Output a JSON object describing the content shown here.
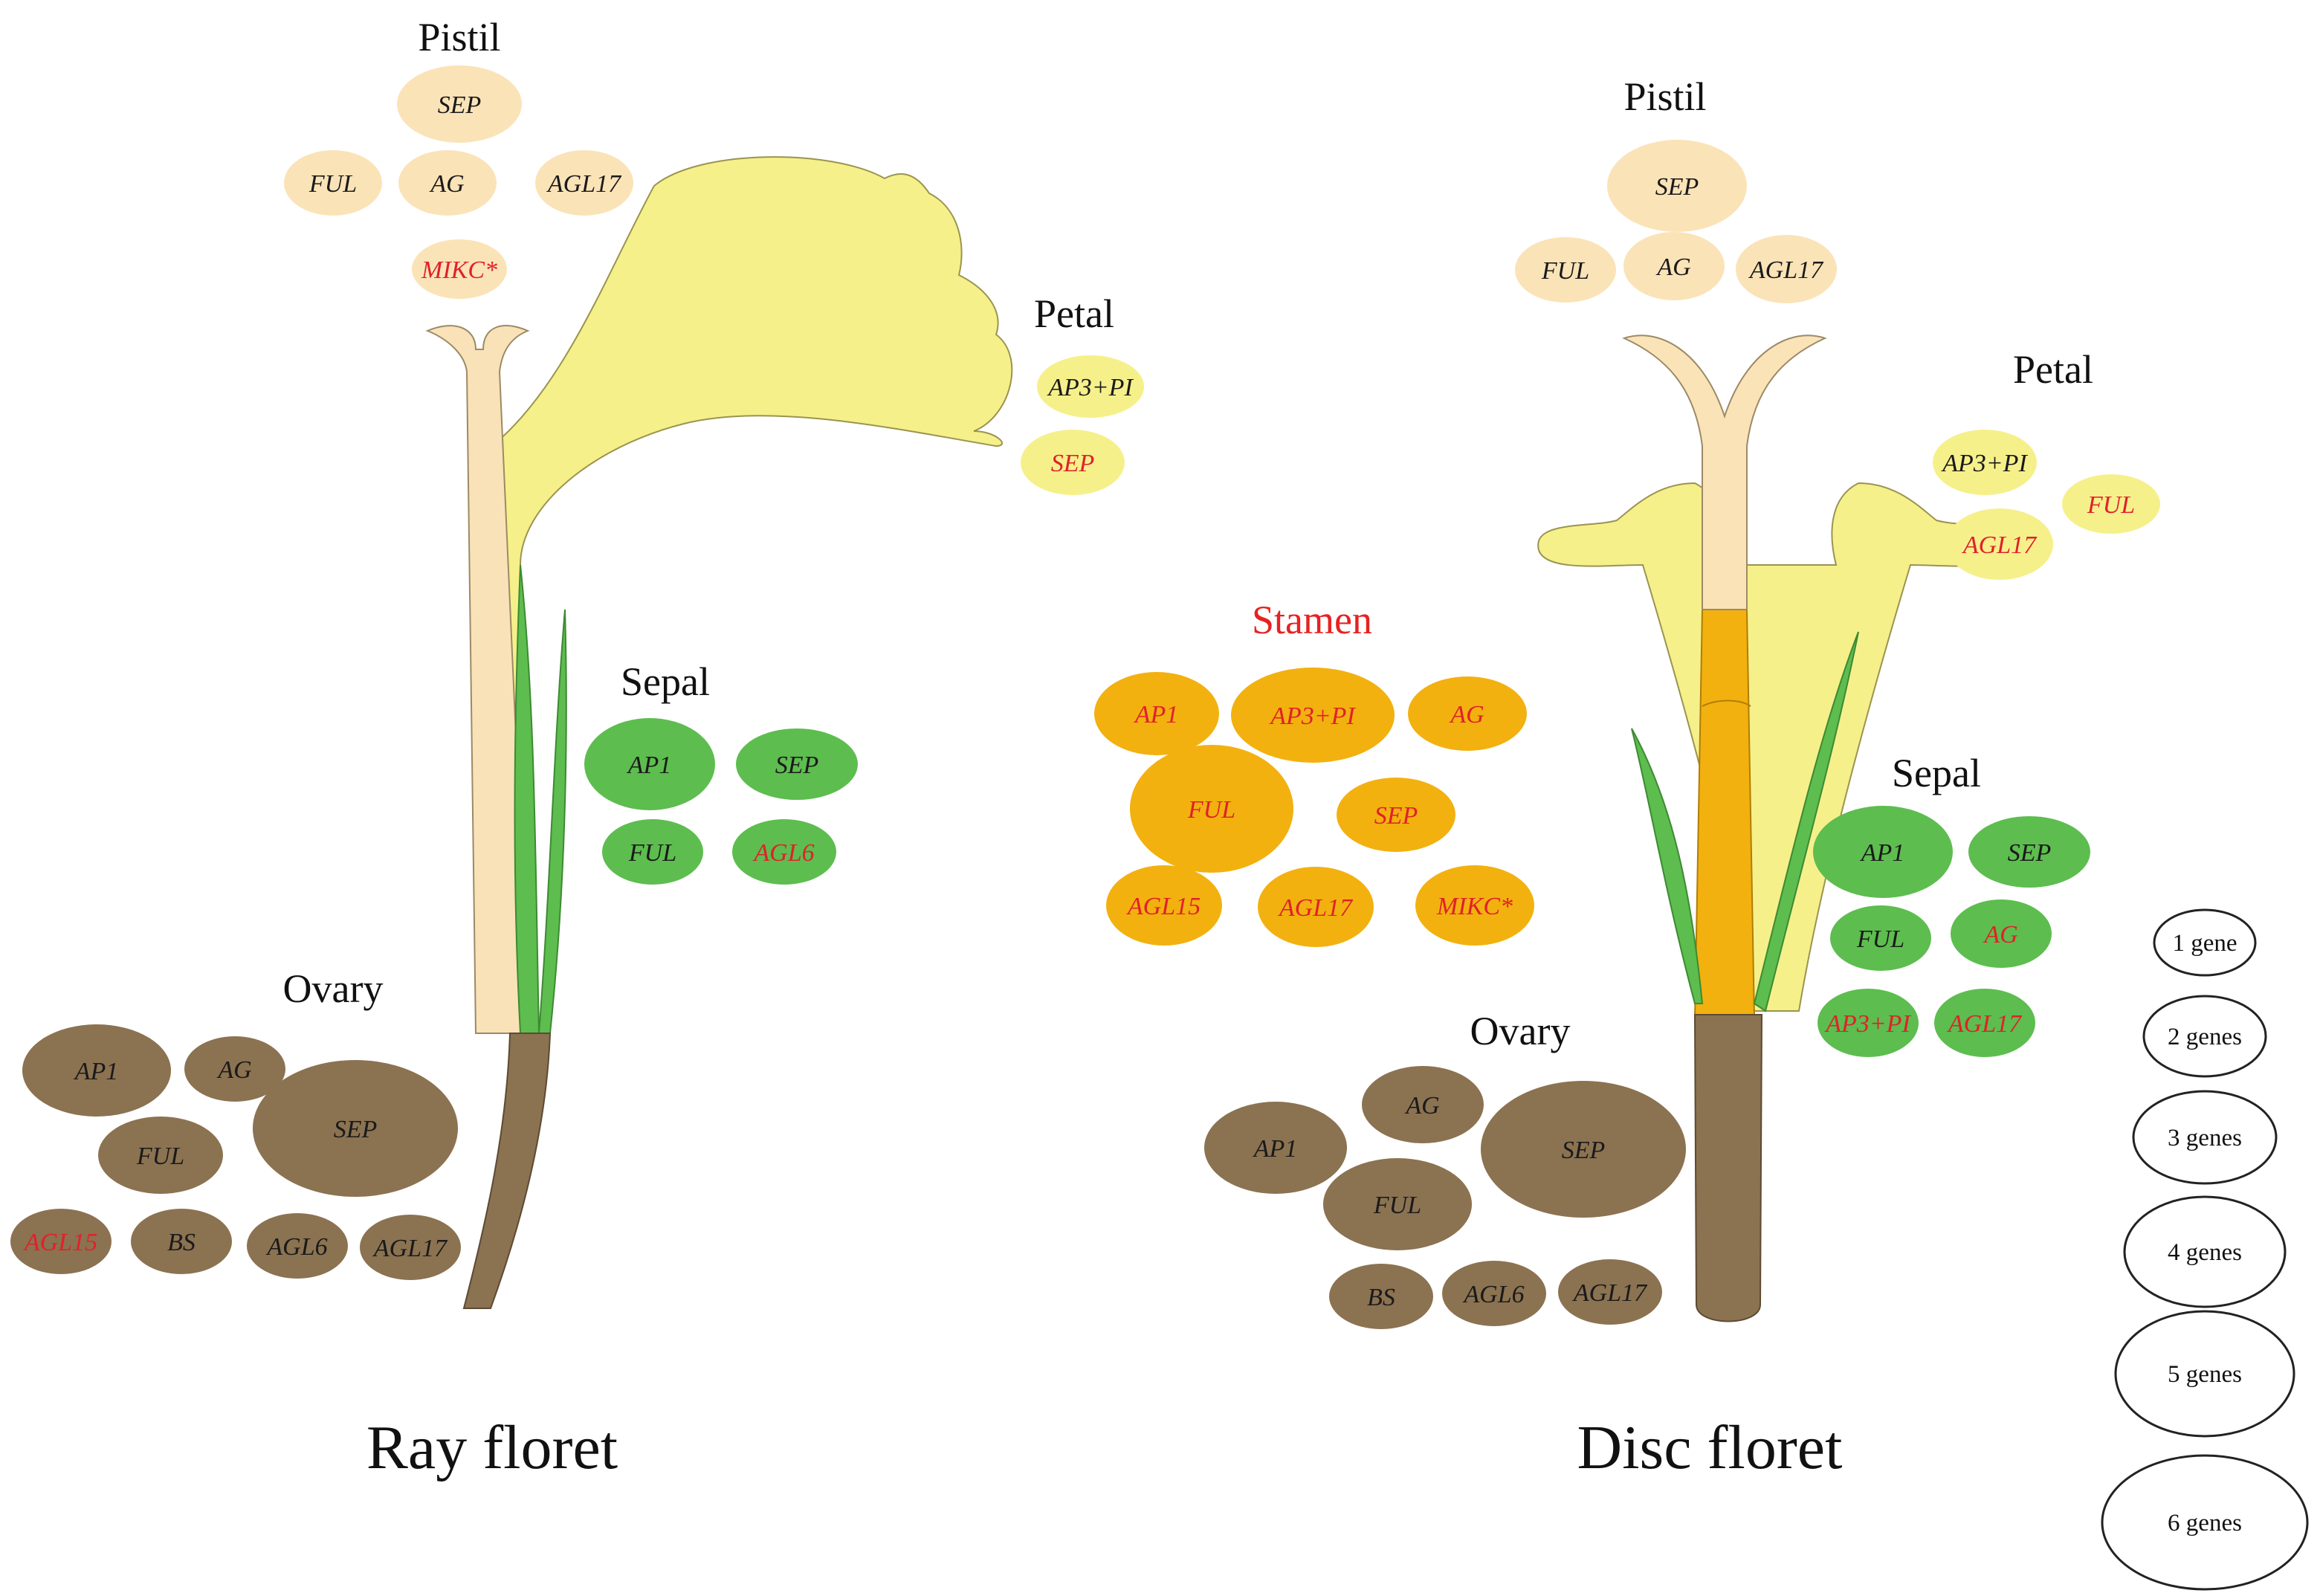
{
  "colors": {
    "pistil": "#fbe3b8",
    "pistil_style": "#f9e2b8",
    "petal": "#f6f08b",
    "sepal": "#5dbd4f",
    "stamen": "#f2b10f",
    "ovary": "#8b7251",
    "ovary_dark": "#7a6044",
    "gene_black": "#1a1a1a",
    "gene_red": "#e0212a",
    "stamen_title": "#e62222",
    "outline": "#333333"
  },
  "panels": {
    "ray": {
      "title": "Ray floret",
      "organs": {
        "pistil": {
          "label": "Pistil",
          "genes": [
            {
              "name": "SEP",
              "size": 3,
              "color": "black"
            },
            {
              "name": "FUL",
              "size": 2,
              "color": "black"
            },
            {
              "name": "AG",
              "size": 2,
              "color": "black"
            },
            {
              "name": "AGL17",
              "size": 2,
              "color": "black"
            },
            {
              "name": "MIKC*",
              "size": 1,
              "color": "red"
            }
          ]
        },
        "petal": {
          "label": "Petal",
          "genes": [
            {
              "name": "AP3+PI",
              "size": 2,
              "color": "black"
            },
            {
              "name": "SEP",
              "size": 2,
              "color": "red"
            }
          ]
        },
        "sepal": {
          "label": "Sepal",
          "genes": [
            {
              "name": "AP1",
              "size": 3,
              "color": "black"
            },
            {
              "name": "SEP",
              "size": 2,
              "color": "black"
            },
            {
              "name": "FUL",
              "size": 2,
              "color": "black"
            },
            {
              "name": "AGL6",
              "size": 2,
              "color": "red"
            }
          ]
        },
        "ovary": {
          "label": "Ovary",
          "genes": [
            {
              "name": "AP1",
              "size": 3,
              "color": "black"
            },
            {
              "name": "AG",
              "size": 1,
              "color": "black"
            },
            {
              "name": "SEP",
              "size": 6,
              "color": "black"
            },
            {
              "name": "FUL",
              "size": 2,
              "color": "black"
            },
            {
              "name": "AGL15",
              "size": 2,
              "color": "red"
            },
            {
              "name": "BS",
              "size": 2,
              "color": "black"
            },
            {
              "name": "AGL6",
              "size": 2,
              "color": "black"
            },
            {
              "name": "AGL17",
              "size": 2,
              "color": "black"
            }
          ]
        }
      }
    },
    "stamen": {
      "label": "Stamen",
      "genes": [
        {
          "name": "AP1",
          "size": 3,
          "color": "red"
        },
        {
          "name": "AP3+PI",
          "size": 4,
          "color": "red"
        },
        {
          "name": "AG",
          "size": 2,
          "color": "red"
        },
        {
          "name": "FUL",
          "size": 5,
          "color": "red"
        },
        {
          "name": "SEP",
          "size": 2,
          "color": "red"
        },
        {
          "name": "AGL15",
          "size": 2,
          "color": "red"
        },
        {
          "name": "AGL17",
          "size": 2,
          "color": "red"
        },
        {
          "name": "MIKC*",
          "size": 2,
          "color": "red"
        }
      ]
    },
    "disc": {
      "title": "Disc floret",
      "organs": {
        "pistil": {
          "label": "Pistil",
          "genes": [
            {
              "name": "SEP",
              "size": 3,
              "color": "black"
            },
            {
              "name": "FUL",
              "size": 2,
              "color": "black"
            },
            {
              "name": "AG",
              "size": 2,
              "color": "black"
            },
            {
              "name": "AGL17",
              "size": 2,
              "color": "black"
            }
          ]
        },
        "petal": {
          "label": "Petal",
          "genes": [
            {
              "name": "AP3+PI",
              "size": 2,
              "color": "black"
            },
            {
              "name": "FUL",
              "size": 2,
              "color": "red"
            },
            {
              "name": "AGL17",
              "size": 2,
              "color": "red"
            }
          ]
        },
        "sepal": {
          "label": "Sepal",
          "genes": [
            {
              "name": "AP1",
              "size": 3,
              "color": "black"
            },
            {
              "name": "SEP",
              "size": 2,
              "color": "black"
            },
            {
              "name": "FUL",
              "size": 2,
              "color": "black"
            },
            {
              "name": "AG",
              "size": 2,
              "color": "red"
            },
            {
              "name": "AP3+PI",
              "size": 2,
              "color": "red"
            },
            {
              "name": "AGL17",
              "size": 2,
              "color": "red"
            }
          ]
        },
        "ovary": {
          "label": "Ovary",
          "genes": [
            {
              "name": "AG",
              "size": 2,
              "color": "black"
            },
            {
              "name": "AP1",
              "size": 3,
              "color": "black"
            },
            {
              "name": "SEP",
              "size": 6,
              "color": "black"
            },
            {
              "name": "FUL",
              "size": 3,
              "color": "black"
            },
            {
              "name": "BS",
              "size": 2,
              "color": "black"
            },
            {
              "name": "AGL6",
              "size": 2,
              "color": "black"
            },
            {
              "name": "AGL17",
              "size": 2,
              "color": "black"
            }
          ]
        }
      }
    }
  },
  "legend": [
    {
      "label": "1 gene",
      "size": 1
    },
    {
      "label": "2 genes",
      "size": 2
    },
    {
      "label": "3 genes",
      "size": 3
    },
    {
      "label": "4 genes",
      "size": 4
    },
    {
      "label": "5 genes",
      "size": 5
    },
    {
      "label": "6 genes",
      "size": 6
    }
  ]
}
